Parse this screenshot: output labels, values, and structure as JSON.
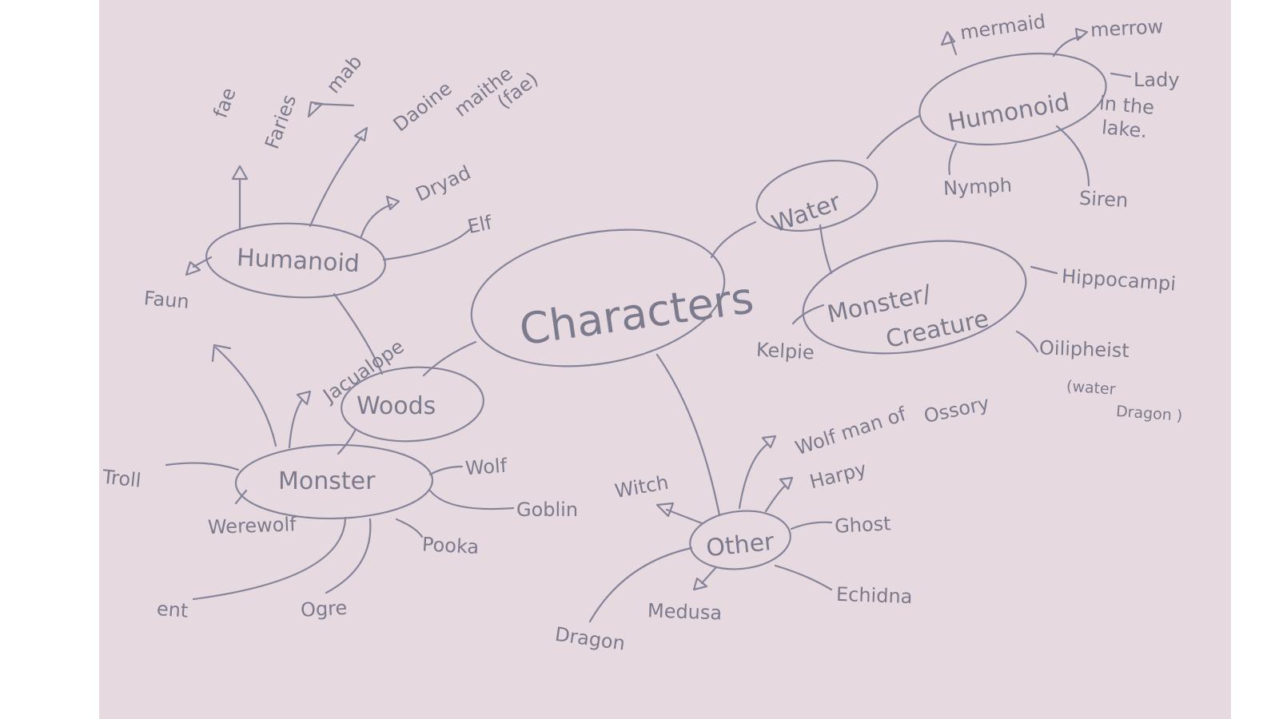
{
  "mindmap": {
    "center": "Characters",
    "water": {
      "label": "Water",
      "humanoid": {
        "label": "Humonoid",
        "items": [
          "mermaid",
          "merrow",
          "Lady",
          "in the",
          "lake.",
          "Nymph",
          "Siren"
        ]
      },
      "monster": {
        "label_line1": "Monster/",
        "label_line2": "Creature",
        "items": [
          "Hippocampi",
          "Oilipheist",
          "(water",
          "Dragon )",
          "Kelpie"
        ]
      }
    },
    "woods": {
      "label": "Woods",
      "humanoid": {
        "label": "Humanoid",
        "items": [
          "fae",
          "Faries",
          "mab",
          "Daoine",
          "maithe",
          "(fae)",
          "Dryad",
          "Elf",
          "Faun"
        ]
      },
      "monster": {
        "label": "Monster",
        "items": [
          "Jacualope",
          "Troll",
          "Wolf",
          "Goblin",
          "Werewolf",
          "Pooka",
          "ent",
          "Ogre"
        ]
      }
    },
    "other": {
      "label": "Other",
      "items": [
        "Wolf man of",
        "Ossory",
        "Harpy",
        "Witch",
        "Ghost",
        "Echidna",
        "Medusa",
        "Dragon"
      ]
    }
  },
  "colors": {
    "paper": "#e6d9df",
    "ink": "#7c7b8d"
  }
}
